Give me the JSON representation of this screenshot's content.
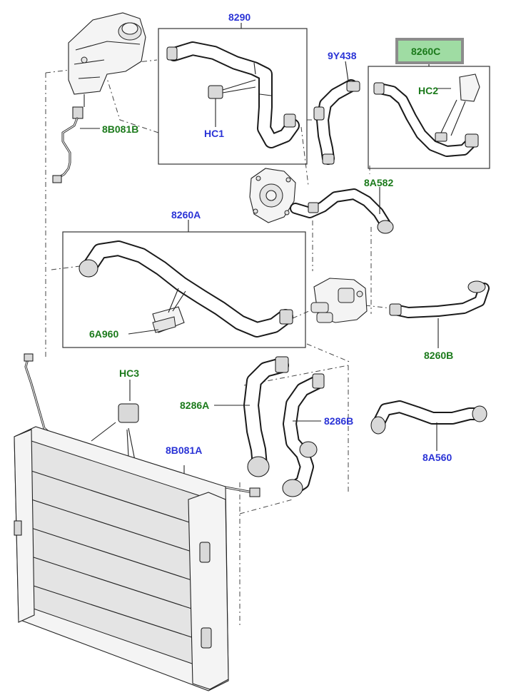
{
  "labels": {
    "p8290": "8290",
    "p9Y438": "9Y438",
    "p8260C": "8260C",
    "pHC2": "HC2",
    "p8B081B": "8B081B",
    "pHC1": "HC1",
    "p8A582": "8A582",
    "p8260A": "8260A",
    "p6A960": "6A960",
    "p8260B": "8260B",
    "pHC3": "HC3",
    "p8286A": "8286A",
    "p8286B": "8286B",
    "p8B081A": "8B081A",
    "p8A560": "8A560"
  },
  "colors": {
    "part_number_blue": "#2a33d6",
    "part_number_green": "#1b7a1b",
    "highlight_fill": "#9fdca3",
    "highlight_border": "#8c8c8c"
  }
}
